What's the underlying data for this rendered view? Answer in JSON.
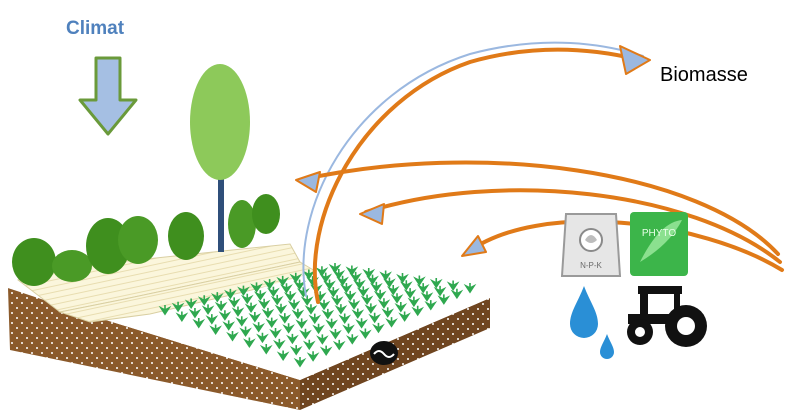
{
  "labels": {
    "climate": "Climat",
    "biomass": "Biomasse"
  },
  "icon_text": {
    "fertilizer": "N-P-K",
    "phyto": "PHYTO"
  },
  "icons": {
    "climate": "down-arrow-icon",
    "biomass_flow": "curved-arrow-icon",
    "fertilizer": "fertilizer-bag-icon",
    "phytosanitary": "phyto-product-icon",
    "water": "water-drop-icon",
    "machinery": "tractor-icon",
    "soil_life": "earthworm-icon"
  },
  "colors": {
    "climate_arrow_fill": "#a5bfe3",
    "climate_arrow_stroke": "#6a9a3a",
    "climate_text": "#4f81bd",
    "flow_arrow_stroke": "#e07a18",
    "flow_arrow_fill": "#9bb8e0",
    "soil": "#8b5a2b",
    "crop": "#2fa84f",
    "hedge": "#3f8f1e",
    "tree": "#8dc95a",
    "water": "#2a8fd6"
  }
}
